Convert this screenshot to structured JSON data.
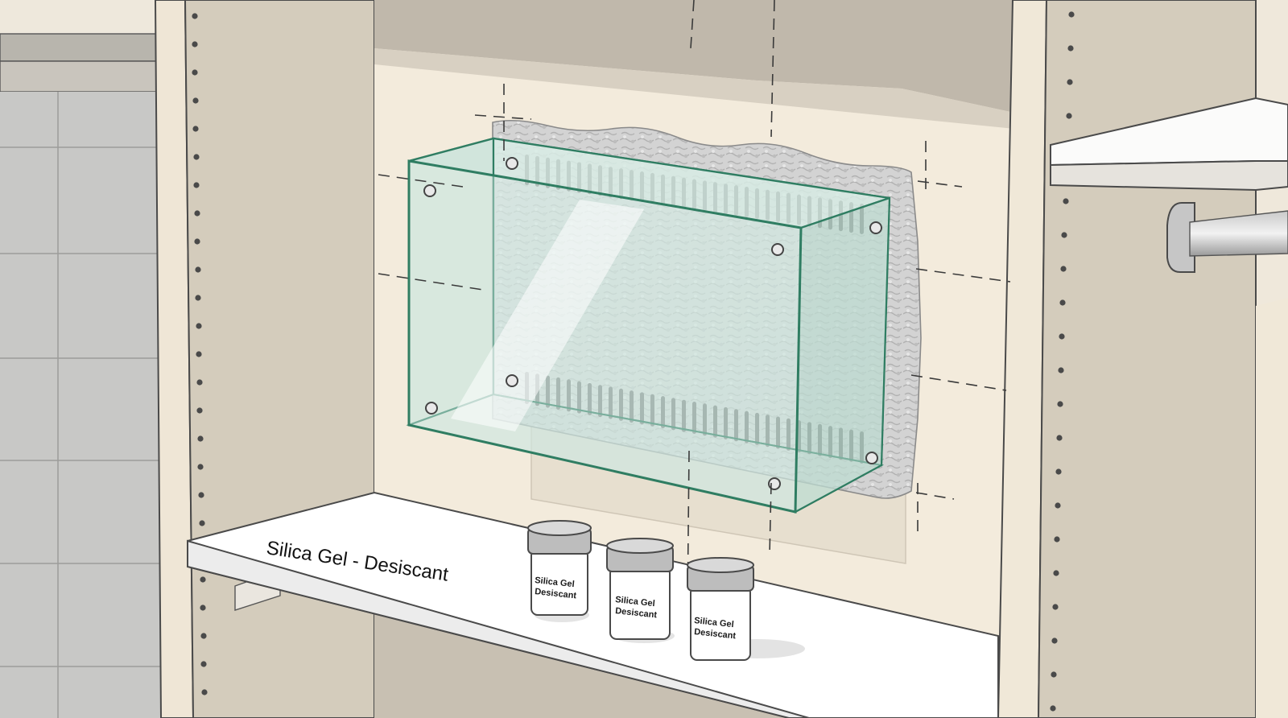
{
  "shelf_label": "Silica Gel - Desiscant",
  "jars": [
    {
      "line1": "Silica Gel",
      "line2": "Desiscant"
    },
    {
      "line1": "Silica Gel",
      "line2": "Desiscant"
    },
    {
      "line1": "Silica Gel",
      "line2": "Desiscant"
    }
  ],
  "colors": {
    "wall_back": "#f4ecdc",
    "upright": "#d6cdbd",
    "shelf_top": "#ffffff",
    "glass_edge": "#2f7d62",
    "glass_fill": "#cfe6df",
    "foam": "#c9c9c9",
    "tile": "#c8c8c6"
  }
}
